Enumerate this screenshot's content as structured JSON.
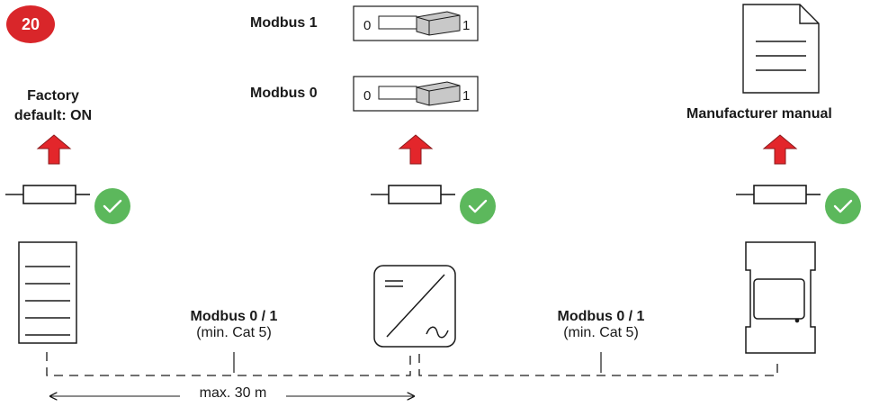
{
  "step": {
    "number": "20"
  },
  "left": {
    "label_line1": "Factory",
    "label_line2": "default: ON"
  },
  "switches": {
    "modbus1": {
      "label": "Modbus 1",
      "off": "0",
      "on": "1"
    },
    "modbus0": {
      "label": "Modbus 0",
      "off": "0",
      "on": "1"
    }
  },
  "right": {
    "label": "Manufacturer manual"
  },
  "connections": [
    {
      "title": "Modbus 0 / 1",
      "note": "(min. Cat 5)"
    },
    {
      "title": "Modbus 0 / 1",
      "note": "(min. Cat 5)"
    }
  ],
  "distance": {
    "label": "max. 30 m"
  },
  "colors": {
    "badge": "#d9262a",
    "arrow": "#e3262b",
    "check": "#5cb85c"
  }
}
